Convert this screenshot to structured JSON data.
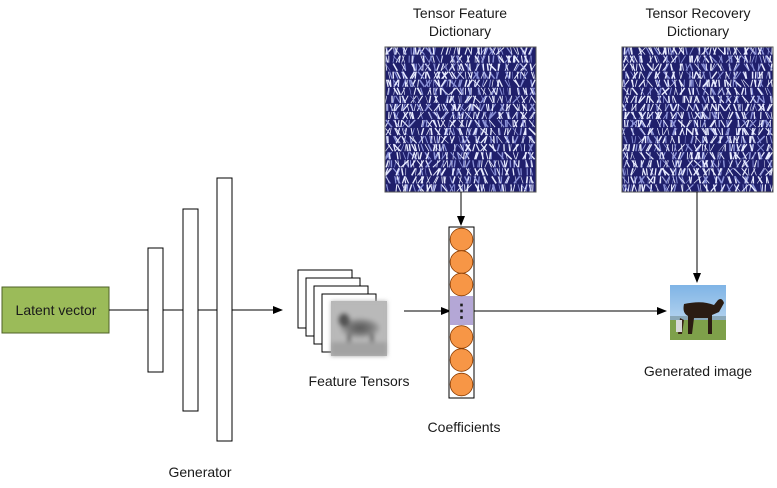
{
  "labels": {
    "latent_vector": "Latent vector",
    "generator": "Generator",
    "feature_tensors": "Feature Tensors",
    "coefficients": "Coefficients",
    "feature_dictionary_line1": "Tensor Feature",
    "feature_dictionary_line2": "Dictionary",
    "recovery_dictionary_line1": "Tensor Recovery",
    "recovery_dictionary_line2": "Dictionary",
    "generated_image": "Generated image",
    "ellipsis": "⋮"
  },
  "colors": {
    "latent_fill": "#9bbb59",
    "latent_stroke": "#4f6228",
    "coefficient_circle": "#f79646",
    "coefficient_stroke": "#c05a10",
    "coefficient_gap": "#b4a7d6",
    "dictionary_dark": "#1f1f6b",
    "dictionary_light": "#e9ecff",
    "line": "#000000"
  },
  "icons": {
    "generated_image": "horse-photo-icon",
    "feature_tensor": "blurry-animal-photo-icon"
  }
}
